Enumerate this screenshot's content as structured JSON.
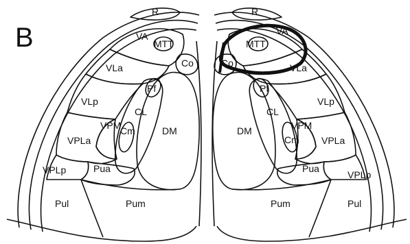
{
  "panel_letter": "B",
  "colors": {
    "line": "#111111",
    "background": "#ffffff",
    "highlight": "#111111"
  },
  "left_hemisphere": {
    "R": "R",
    "VA": "VA",
    "MTT": "MTT",
    "VLa": "VLa",
    "Co": "Co",
    "Pf": "Pf",
    "VLp": "VLp",
    "CL": "CL",
    "VPM": "VPM",
    "Cm": "Cm",
    "DM": "DM",
    "VPLa": "VPLa",
    "VPLp": "VPLp",
    "Pua": "Pua",
    "Pul": "Pul",
    "Pum": "Pum"
  },
  "right_hemisphere": {
    "R": "R",
    "VA": "VA",
    "MTT": "MTT",
    "Co": "Co",
    "VLa": "VLa",
    "Pf": "Pf",
    "VLp": "VLp",
    "CL": "CL",
    "DM": "DM",
    "VPM": "VPM",
    "Cm": "Cm",
    "VPLa": "VPLa",
    "Pua": "Pua",
    "VPLp": "VPLp",
    "Pum": "Pum",
    "Pul": "Pul"
  }
}
